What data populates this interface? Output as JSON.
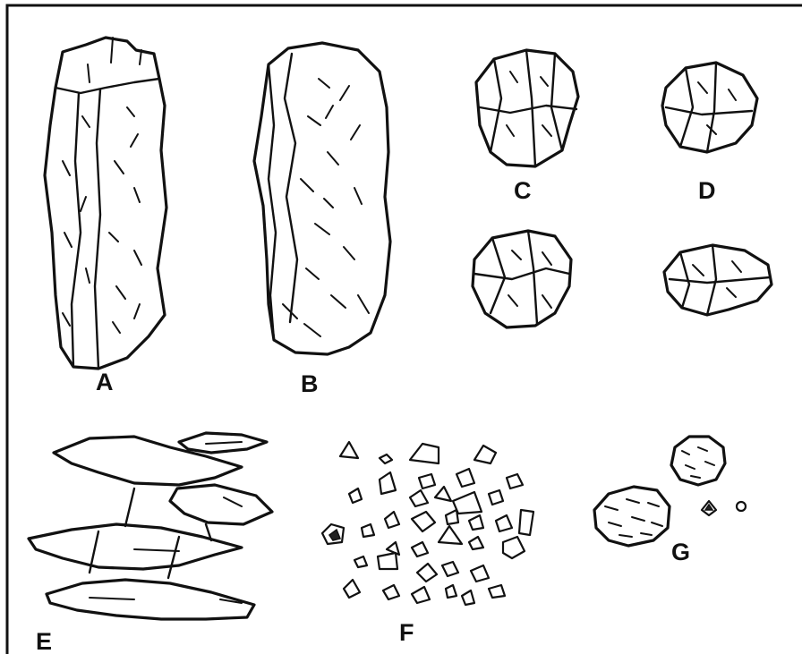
{
  "figure": {
    "labels": {
      "a": "A",
      "b": "B",
      "c": "C",
      "d": "D",
      "e": "E",
      "f": "F",
      "g": "G"
    },
    "colors": {
      "ink": "#111111",
      "background": "#ffffff",
      "frame": "#111111"
    }
  }
}
